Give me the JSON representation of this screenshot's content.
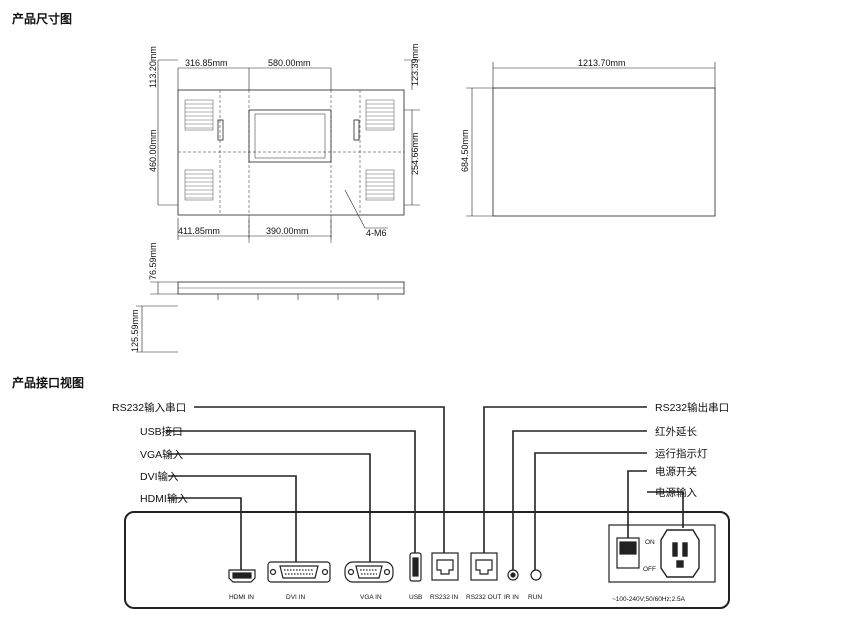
{
  "sections": {
    "dimensions_title": "产品尺寸图",
    "interface_title": "产品接口视图"
  },
  "dimensions": {
    "front": {
      "top_left_width": "316.85mm",
      "top_mid_width": "580.00mm",
      "top_left_height": "113.20mm",
      "top_right_height": "123.39mm",
      "left_height": "460.00mm",
      "right_height": "254.66mm",
      "bottom_left_width": "411.85mm",
      "bottom_mid_width": "390.00mm",
      "screw": "4-M6"
    },
    "back": {
      "width": "1213.70mm",
      "height": "684.50mm"
    },
    "side": {
      "depth_top": "76.59mm",
      "depth_total": "125.59mm"
    }
  },
  "callouts": {
    "rs232_in": "RS232输入串口",
    "usb": "USB接口",
    "vga": "VGA输入",
    "dvi": "DVI输入",
    "hdmi": "HDMI输入",
    "rs232_out": "RS232输出串口",
    "ir": "红外延长",
    "run": "运行指示灯",
    "power_switch": "电源开关",
    "power_input": "电源输入"
  },
  "panel": {
    "hdmi": "HDMI IN",
    "dvi": "DVI IN",
    "vga": "VGA IN",
    "usb": "USB",
    "rs232_in": "RS232 IN",
    "rs232_out": "RS232 OUT",
    "ir": "IR IN",
    "run": "RUN",
    "on": "ON",
    "off": "OFF",
    "power_spec": "~100-240V;50/60Hz;2.5A"
  }
}
